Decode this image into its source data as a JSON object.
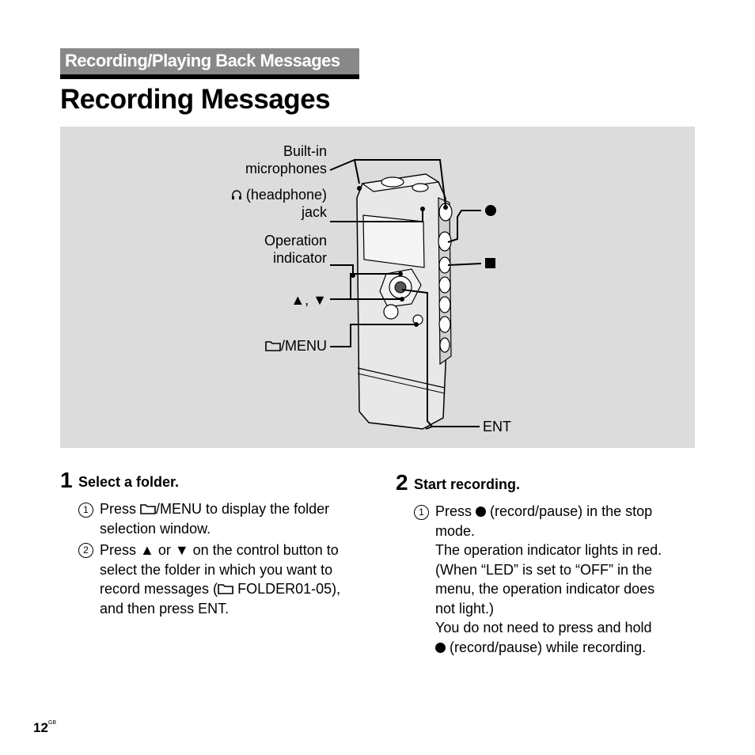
{
  "section": {
    "title": "Recording/Playing Back Messages"
  },
  "page_title": "Recording Messages",
  "figure": {
    "labels": {
      "mic_1": "Built-in",
      "mic_2": "microphones",
      "jack_1": "(headphone)",
      "jack_2": "jack",
      "op_1": "Operation",
      "op_2": "indicator",
      "updown": "▲, ▼",
      "menu": "/MENU",
      "ent": "ENT"
    }
  },
  "steps": [
    {
      "number": "1",
      "heading": "Select a folder.",
      "items": [
        {
          "marker": "1",
          "lines": [
            "Press",
            "/MENU to display the folder",
            "selection window."
          ]
        },
        {
          "marker": "2",
          "lines": [
            "Press ▲ or ▼ on the control button to",
            "select the folder in which you want to",
            "record messages (",
            "FOLDER01-05),",
            "and then press ENT."
          ]
        }
      ]
    },
    {
      "number": "2",
      "heading": "Start recording.",
      "items": [
        {
          "marker": "1",
          "lines": [
            "Press",
            "(record/pause) in the stop",
            "mode.",
            "The operation indicator lights in red.",
            "(When “LED” is set to “OFF” in the",
            "menu, the operation indicator does",
            "not light.)",
            "You do not need to press and hold",
            "(record/pause) while recording."
          ]
        }
      ]
    }
  ],
  "footer": {
    "page": "12",
    "suffix": "GB"
  }
}
